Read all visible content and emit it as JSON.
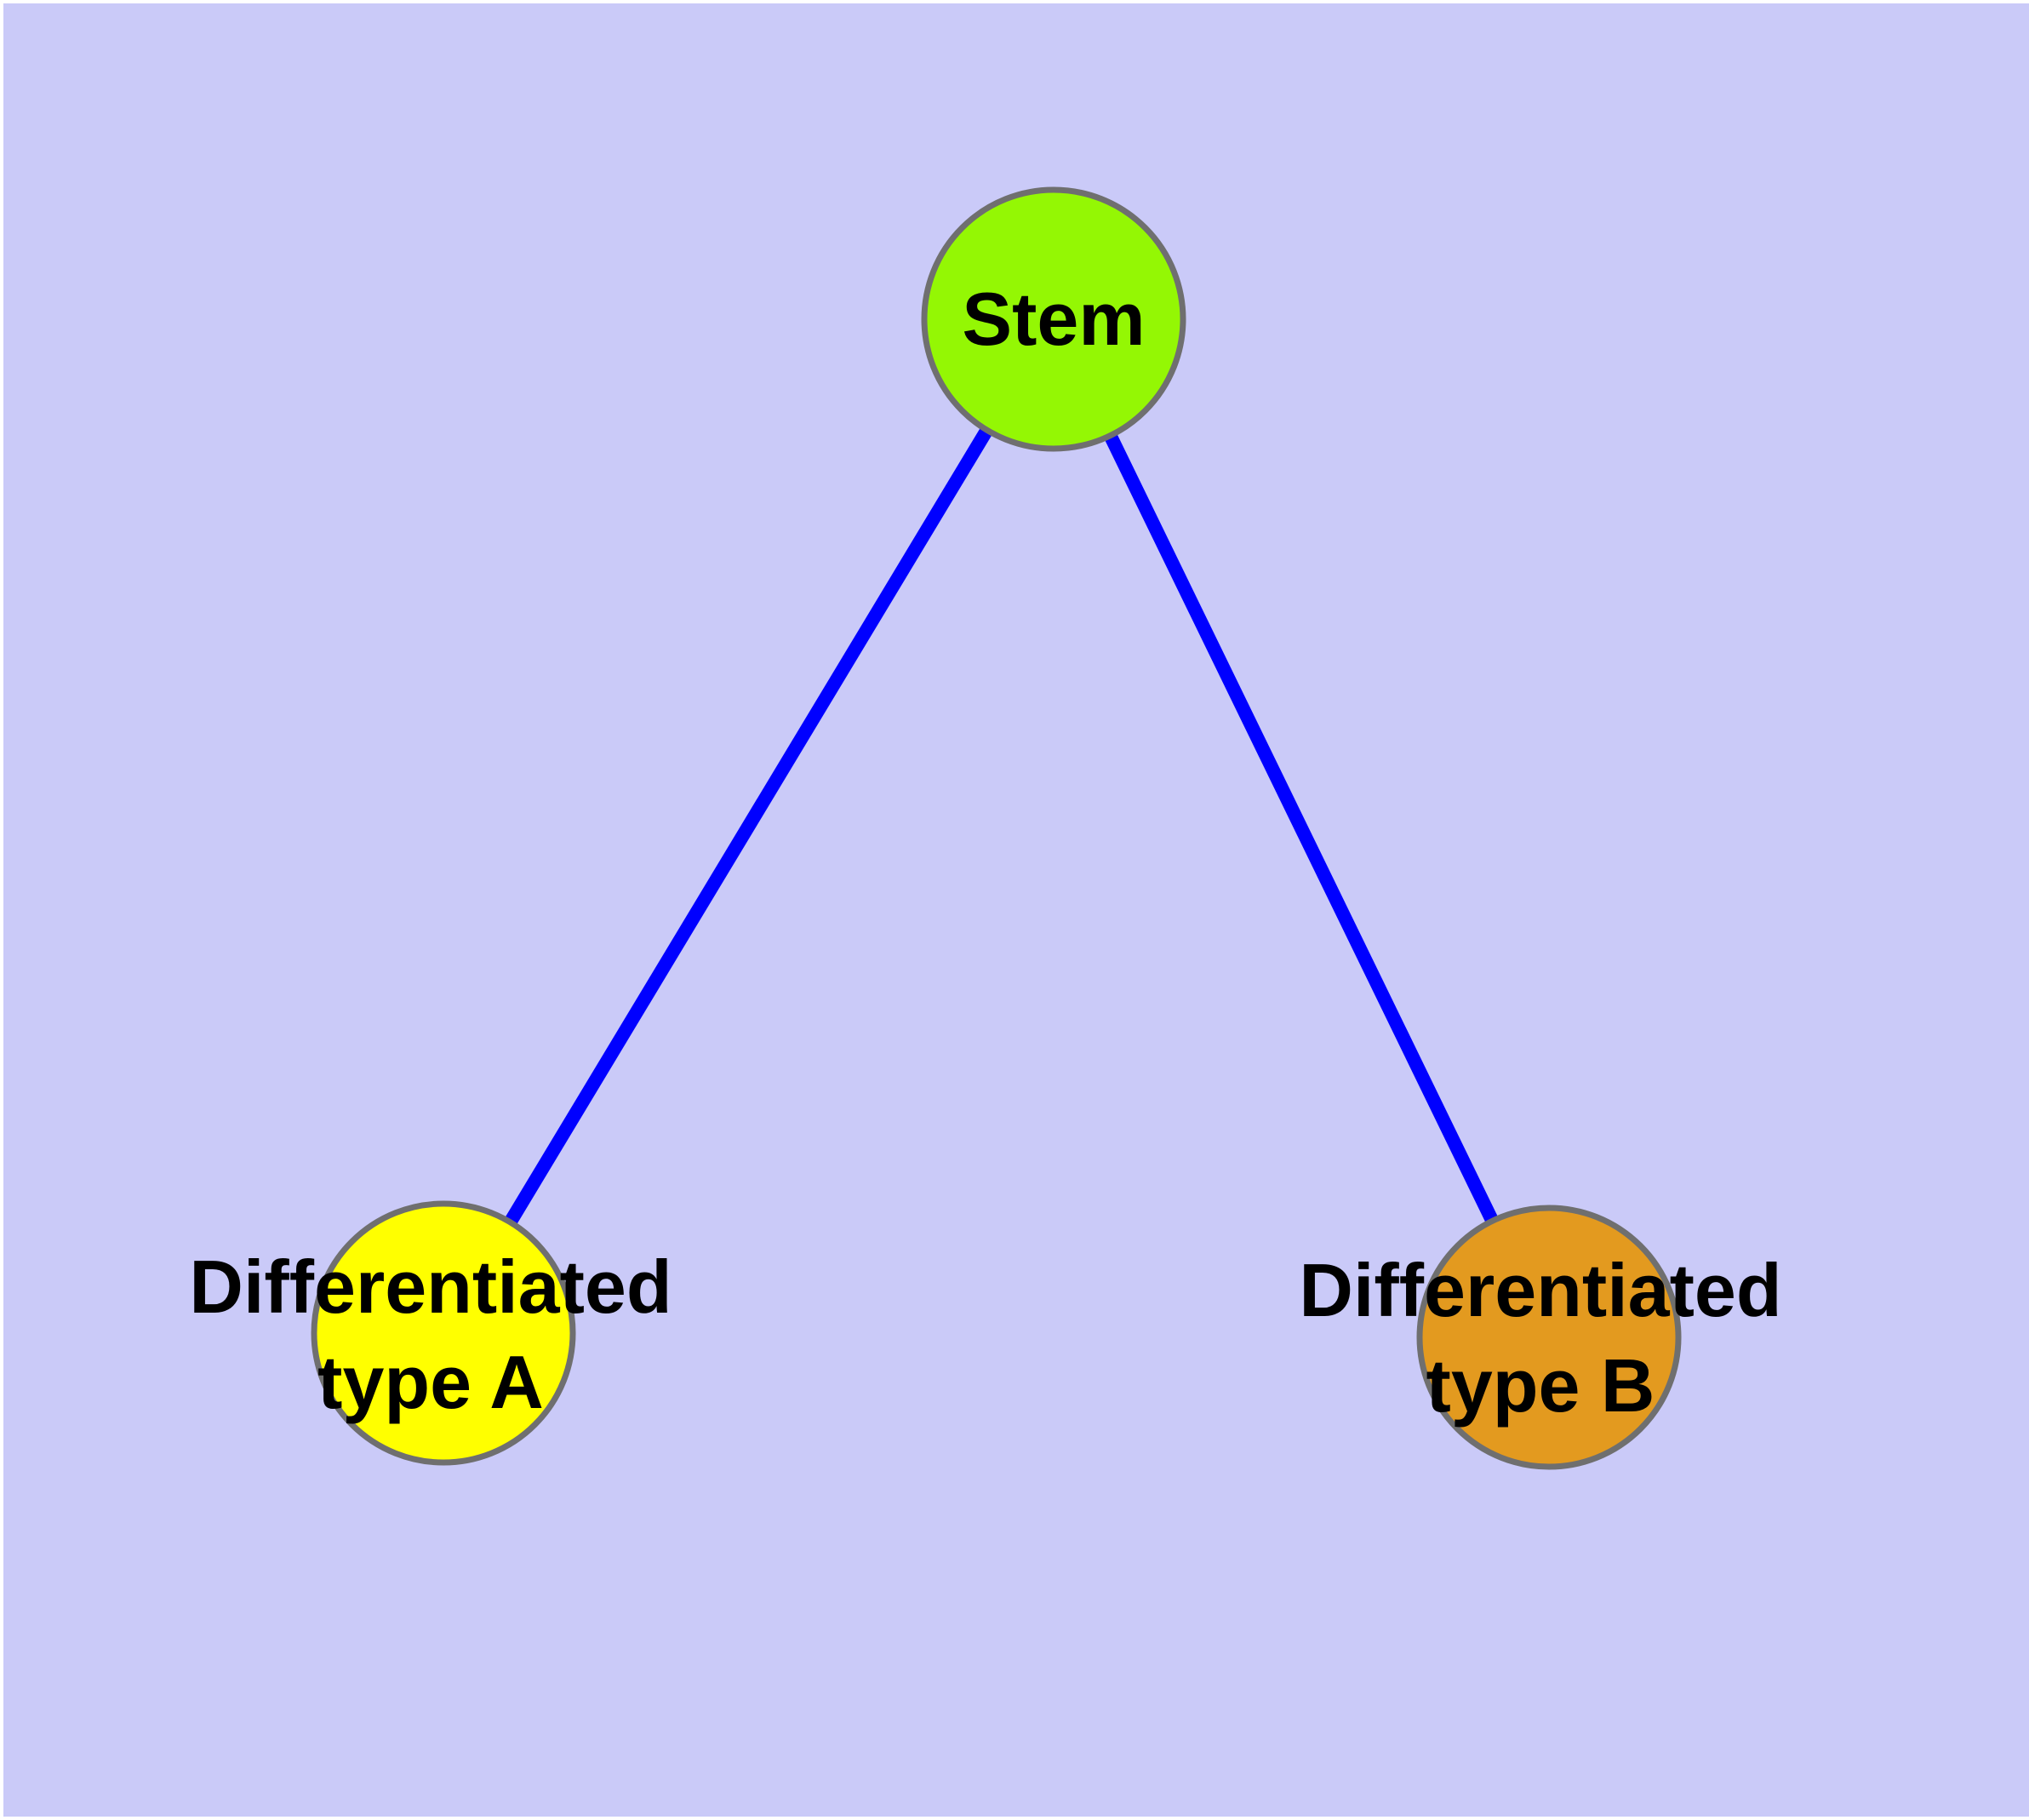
{
  "diagram": {
    "background_color": "#CACAF8",
    "frame_color": "#FFFFFF",
    "edge_color": "#0000FF",
    "node_border_color": "#6F6F6F",
    "label_color": "#000000",
    "nodes": [
      {
        "id": "stem",
        "label": "Stem",
        "fill": "#94F704"
      },
      {
        "id": "differentiated-type-a",
        "label": "Differentiated type A",
        "label_line1": "Differentiated",
        "label_line2": "type A",
        "fill": "#FFFF00"
      },
      {
        "id": "differentiated-type-b",
        "label": "Differentiated type B",
        "label_line1": "Differentiated",
        "label_line2": "type B",
        "fill": "#E39A1F"
      }
    ],
    "edges": [
      {
        "from": "Stem",
        "to": "Differentiated type A"
      },
      {
        "from": "Stem",
        "to": "Differentiated type B"
      }
    ]
  }
}
